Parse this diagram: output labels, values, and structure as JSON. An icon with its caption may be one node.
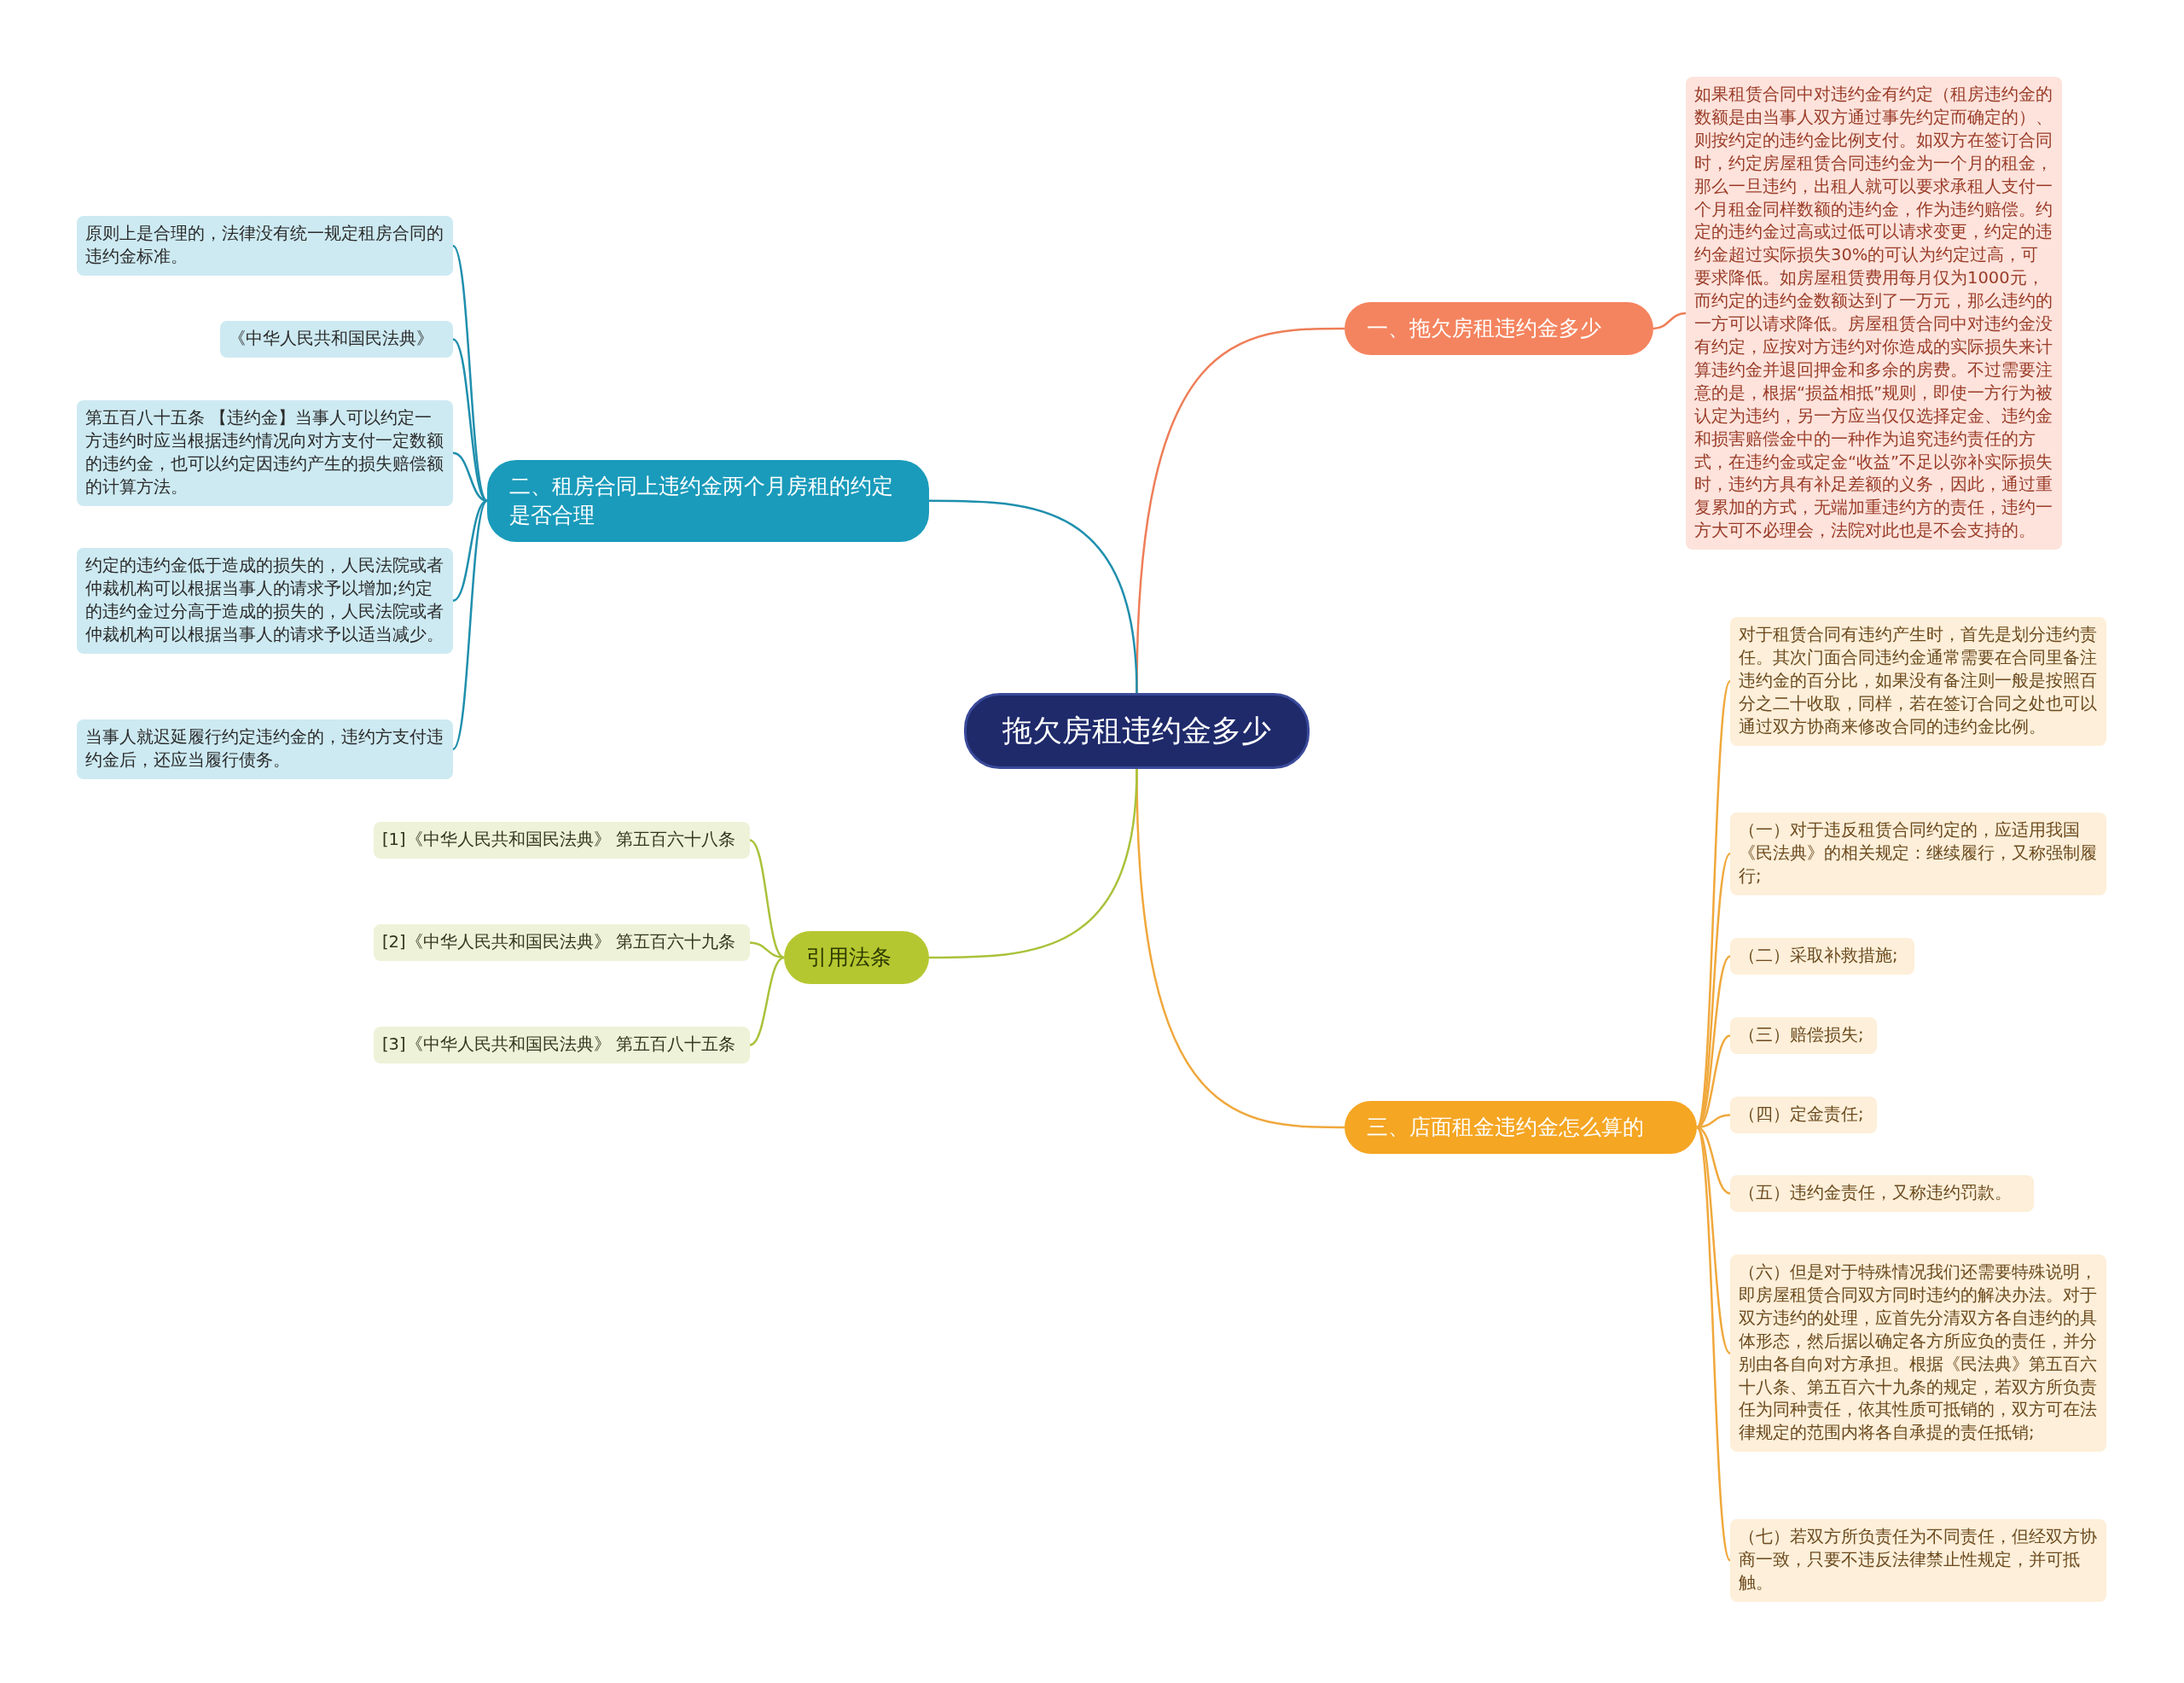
{
  "diagram": {
    "nodes": [
      {
        "text": [
          "拖欠房租违约金多少"
        ]
      },
      {
        "text": [
          "一、拖欠房租违约金多少"
        ]
      },
      {
        "text": [
          "如果租赁合同中对违约金有约定（租房违约金的数额是由当事人双方通过事先约定而确定的）、则按约定的违约金比例支付。如双方在签订合同时，约定房屋租赁合同违约金为一个月的租金，那么一旦违约，出租人就可以要求承租人支付一个月租金同样数额的违约金，作为违约赔偿。约定的违约金过高或过低可以请求变更，约定的违约金超过实际损失30%的可认为约定过高，可要求降低。如房屋租赁费用每月仅为1000元，而约定的违约金数额达到了一万元，那么违约的一方可以请求降低。房屋租赁合同中对违约金没有约定，应按对方违约对你造成的实际损失来计算违约金并退回押金和多余的房费。不过需要注意的是，根据“损益相抵”规则，即使一方行为被认定为违约，另一方应当仅仅选择定金、违约金和损害赔偿金中的一种作为追究违约责任的方式，在违约金或定金“收益”不足以弥补实际损失时，违约方具有补足差额的义务，因此，通过重复累加的方式，无端加重违约方的责任，违约一方大可不必理会，法院对此也是不会支持的。"
        ]
      },
      {
        "text": [
          "二、租房合同上违约金两个月房租的约定是否合理"
        ]
      },
      {
        "text": [
          "原则上是合理的，法律没有统一规定租房合同的违约金标准。"
        ]
      },
      {
        "text": [
          "《中华人民共和国民法典》"
        ]
      },
      {
        "text": [
          "第五百八十五条 【违约金】当事人可以约定一方违约时应当根据违约情况向对方支付一定数额的违约金，也可以约定因违约产生的损失赔偿额的计算方法。"
        ]
      },
      {
        "text": [
          "约定的违约金低于造成的损失的，人民法院或者仲裁机构可以根据当事人的请求予以增加;约定的违约金过分高于造成的损失的，人民法院或者仲裁机构可以根据当事人的请求予以适当减少。"
        ]
      },
      {
        "text": [
          "当事人就迟延履行约定违约金的，违约方支付违约金后，还应当履行债务。"
        ]
      },
      {
        "text": [
          "三、店面租金违约金怎么算的"
        ]
      },
      {
        "text": [
          "对于租赁合同有违约产生时，首先是划分违约责任。其次门面合同违约金通常需要在合同里备注违约金的百分比，如果没有备注则一般是按照百分之二十收取，同样，若在签订合同之处也可以通过双方协商来修改合同的违约金比例。"
        ]
      },
      {
        "text": [
          "（一）对于违反租赁合同约定的，应适用我国《民法典》的相关规定：继续履行，又称强制履行;"
        ]
      },
      {
        "text": [
          "（二）采取补救措施;"
        ]
      },
      {
        "text": [
          "（三）赔偿损失;"
        ]
      },
      {
        "text": [
          "（四）定金责任;"
        ]
      },
      {
        "text": [
          "（五）违约金责任，又称违约罚款。"
        ]
      },
      {
        "text": [
          "（六）但是对于特殊情况我们还需要特殊说明，即房屋租赁合同双方同时违约的解决办法。对于双方违约的处理，应首先分清双方各自违约的具体形态，然后据以确定各方所应负的责任，并分别由各自向对方承担。根据《民法典》第五百六十八条、第五百六十九条的规定，若双方所负责任为同种责任，依其性质可抵销的，双方可在法律规定的范围内将各自承提的责任抵销;"
        ]
      },
      {
        "text": [
          "（七）若双方所负责任为不同责任，但经双方协商一致，只要不违反法律禁止性规定，并可抵触。"
        ]
      },
      {
        "text": [
          "引用法条"
        ]
      },
      {
        "text": [
          "[1]《中华人民共和国民法典》 第五百六十八条"
        ]
      },
      {
        "text": [
          "[2]《中华人民共和国民法典》 第五百六十九条"
        ]
      },
      {
        "text": [
          "[3]《中华人民共和国民法典》 第五百八十五条"
        ]
      }
    ],
    "edges": [
      {
        "from": 0,
        "to": 1,
        "arrow": "none",
        "color": "#ee7e58"
      },
      {
        "from": 0,
        "to": 3,
        "arrow": "none",
        "color": "#1f8fad"
      },
      {
        "from": 0,
        "to": 9,
        "arrow": "none"
      },
      {
        "from": 0,
        "to": 18,
        "arrow": "none",
        "color": "#a9c23a"
      },
      {
        "from": 1,
        "to": 2,
        "arrow": "none",
        "color": "#ee7e58"
      },
      {
        "from": 3,
        "to": 4,
        "arrow": "none",
        "color": "#1f8fad"
      },
      {
        "from": 3,
        "to": 5,
        "arrow": "none",
        "color": "#1f8fad"
      },
      {
        "from": 3,
        "to": 6,
        "arrow": "none",
        "color": "#1f8fad"
      },
      {
        "from": 3,
        "to": 7,
        "arrow": "none",
        "color": "#1f8fad"
      },
      {
        "from": 3,
        "to": 8,
        "arrow": "none",
        "color": "#1f8fad"
      },
      {
        "from": 9,
        "to": 10,
        "arrow": "none"
      },
      {
        "from": 9,
        "to": 11,
        "arrow": "none"
      },
      {
        "from": 9,
        "to": 12,
        "arrow": "none"
      },
      {
        "from": 9,
        "to": 13,
        "arrow": "none"
      },
      {
        "from": 9,
        "to": 14,
        "arrow": "none"
      },
      {
        "from": 9,
        "to": 15,
        "arrow": "none"
      },
      {
        "from": 9,
        "to": 16,
        "arrow": "none"
      },
      {
        "from": 9,
        "to": 17,
        "arrow": "none"
      },
      {
        "from": 18,
        "to": 19,
        "arrow": "none",
        "color": "#a9c23a"
      },
      {
        "from": 18,
        "to": 20,
        "arrow": "none",
        "color": "#a9c23a"
      },
      {
        "from": 18,
        "to": 21,
        "arrow": "none",
        "color": "#a9c23a"
      }
    ]
  }
}
